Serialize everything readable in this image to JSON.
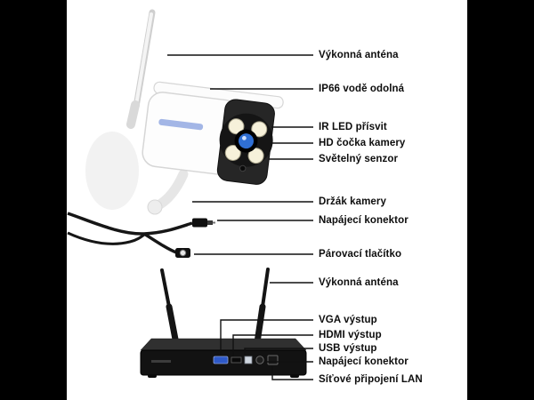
{
  "colors": {
    "letterbox": "#000000",
    "background": "#ffffff",
    "label_text": "#0d0d0d",
    "lens_blue": "#2f6fd4",
    "vga_port_blue": "#2e59c8"
  },
  "labels": [
    {
      "id": "camera-antenna",
      "text": "Výkonná anténa"
    },
    {
      "id": "camera-waterproof",
      "text": "IP66 vodě odolná"
    },
    {
      "id": "camera-ir-led",
      "text": "IR LED přísvit"
    },
    {
      "id": "camera-hd-lens",
      "text": "HD čočka kamery"
    },
    {
      "id": "camera-light-sensor",
      "text": "Světelný senzor"
    },
    {
      "id": "camera-mount",
      "text": "Držák kamery"
    },
    {
      "id": "camera-power-connector",
      "text": "Napájecí konektor"
    },
    {
      "id": "pairing-button",
      "text": "Párovací tlačítko"
    },
    {
      "id": "nvr-antenna",
      "text": "Výkonná anténa"
    },
    {
      "id": "nvr-vga-output",
      "text": "VGA výstup"
    },
    {
      "id": "nvr-hdmi-output",
      "text": "HDMI výstup"
    },
    {
      "id": "nvr-usb-output",
      "text": "USB výstup"
    },
    {
      "id": "nvr-power-connector",
      "text": "Napájecí konektor"
    },
    {
      "id": "nvr-lan-connection",
      "text": "Síťové připojení LAN"
    }
  ]
}
